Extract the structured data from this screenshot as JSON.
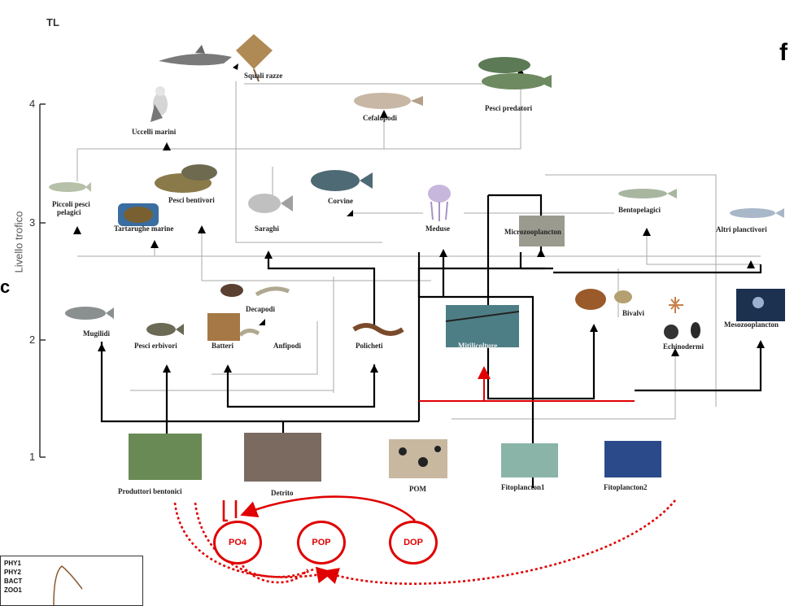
{
  "axis": {
    "title": "TL",
    "ylabel": "Livello trofico",
    "ticks": [
      "4",
      "3",
      "2",
      "1"
    ]
  },
  "panel_letter": "f",
  "side_letter": "c",
  "nodes": {
    "squali": "Squali razze",
    "pesci_predatori": "Pesci predatori",
    "uccelli": "Uccelli marini",
    "cefalopodi": "Cefalopodi",
    "piccoli_pesci_1": "Piccoli pesci",
    "piccoli_pesci_2": "pelagici",
    "pesci_bentivori": "Pesci bentivori",
    "tartarughe": "Tartarughe marine",
    "saraghi": "Saraghi",
    "corvine": "Corvine",
    "meduse": "Meduse",
    "microzooplancton": "Microzooplancton",
    "bentopelagici": "Bentopelagici",
    "altri_planctivori": "Altri planctivori",
    "decapodi": "Decapodi",
    "anfipodi": "Anfipodi",
    "mugilidi": "Mugilidi",
    "pesci_erbivori": "Pesci erbivori",
    "batteri": "Batteri",
    "policheti": "Policheti",
    "mitilicolture": "Mitilicolture",
    "bivalvi": "Bivalvi",
    "echinodermi": "Echinodermi",
    "mesozooplancton": "Mesozooplancton",
    "produttori_bentonici": "Produttori bentonici",
    "detrito": "Detrito",
    "pom": "POM",
    "fitoplancton1": "Fitoplancton1",
    "fitoplancton2": "Fitoplancton2"
  },
  "nutrients": [
    "PO4",
    "POP",
    "DOP"
  ],
  "legend": [
    "PHY1",
    "PHY2",
    "BACT",
    "ZOO1"
  ],
  "colors": {
    "flow_black": "#000000",
    "flow_grey": "#9a9a9a",
    "nutrient_red": "#e00000"
  }
}
